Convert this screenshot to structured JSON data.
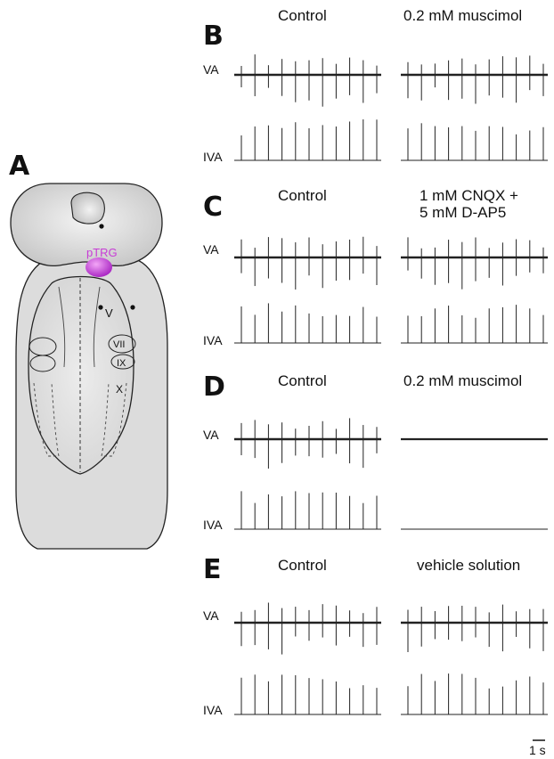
{
  "panel_a": {
    "label": "A",
    "nucleus_label": "pTRG",
    "nerve_labels": [
      "V",
      "VII",
      "IX",
      "X"
    ],
    "nucleus_color": "#c83cd6"
  },
  "panels": [
    {
      "label": "B",
      "left_condition": "Control",
      "right_condition": [
        "0.2 mM muscimol"
      ],
      "right_silenced": false
    },
    {
      "label": "C",
      "left_condition": "Control",
      "right_condition": [
        "1 mM CNQX +",
        "5 mM D-AP5"
      ],
      "right_silenced": false
    },
    {
      "label": "D",
      "left_condition": "Control",
      "right_condition": [
        "0.2 mM muscimol"
      ],
      "right_silenced": true
    },
    {
      "label": "E",
      "left_condition": "Control",
      "right_condition": [
        "vehicle solution"
      ],
      "right_silenced": false
    }
  ],
  "trace_labels": {
    "top": "VA",
    "bottom": "IVA"
  },
  "scale_bar": {
    "label": "1 s"
  }
}
